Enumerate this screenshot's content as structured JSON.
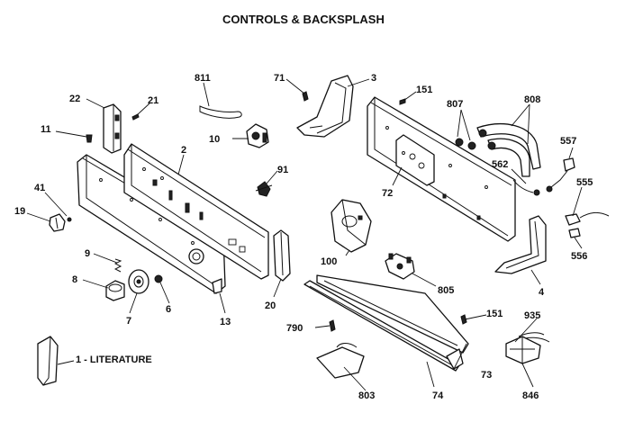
{
  "title": "CONTROLS & BACKSPLASH",
  "literature_label": "1 - LITERATURE",
  "labels": {
    "p2": "2",
    "p3": "3",
    "p4": "4",
    "p6": "6",
    "p7": "7",
    "p8": "8",
    "p9": "9",
    "p10": "10",
    "p11": "11",
    "p13": "13",
    "p19": "19",
    "p20": "20",
    "p21": "21",
    "p22": "22",
    "p41": "41",
    "p71": "71",
    "p72": "72",
    "p73": "73",
    "p74": "74",
    "p91": "91",
    "p100": "100",
    "p151a": "151",
    "p151b": "151",
    "p555": "555",
    "p556": "556",
    "p557": "557",
    "p562": "562",
    "p790": "790",
    "p803": "803",
    "p805": "805",
    "p807": "807",
    "p808": "808",
    "p811": "811",
    "p846": "846",
    "p935": "935"
  }
}
